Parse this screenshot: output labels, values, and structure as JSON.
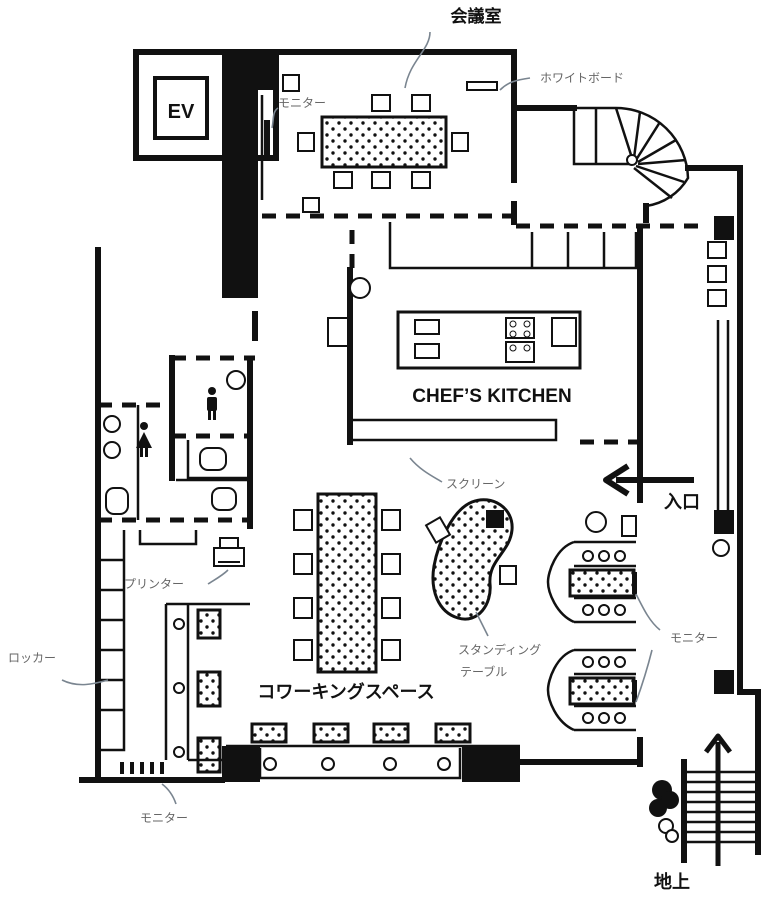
{
  "floorplan": {
    "rooms": {
      "meeting_room": "会議室",
      "elevator": "EV",
      "kitchen": "CHEF’S KITCHEN",
      "coworking": "コワーキングスペース",
      "entrance": "入口",
      "ground_level": "地上"
    },
    "annotations": {
      "monitor_meeting": "モニター",
      "whiteboard": "ホワイトボード",
      "screen": "スクリーン",
      "printer": "プリンター",
      "locker": "ロッカー",
      "standing_table_line1": "スタンディング",
      "standing_table_line2": "テーブル",
      "monitor_right": "モニター",
      "monitor_bottom": "モニター"
    }
  }
}
